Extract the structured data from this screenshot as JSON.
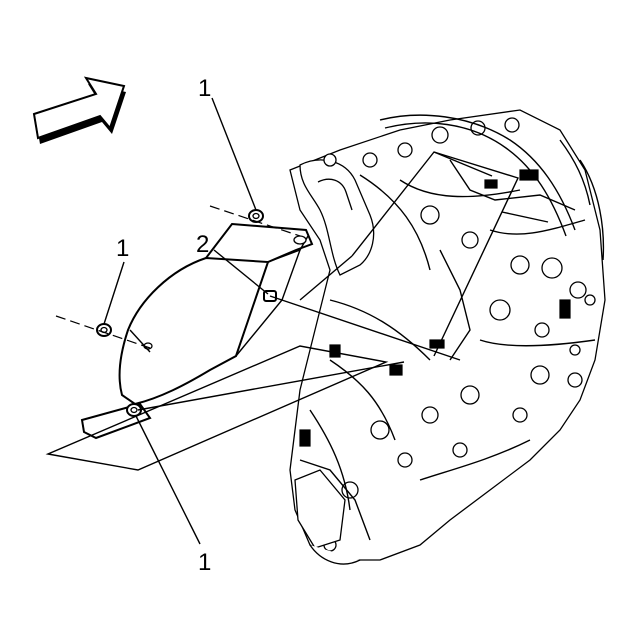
{
  "callouts": [
    {
      "id": "c1",
      "label": "1"
    },
    {
      "id": "c2",
      "label": "1"
    },
    {
      "id": "c3",
      "label": "2"
    },
    {
      "id": "c4",
      "label": "1"
    }
  ]
}
